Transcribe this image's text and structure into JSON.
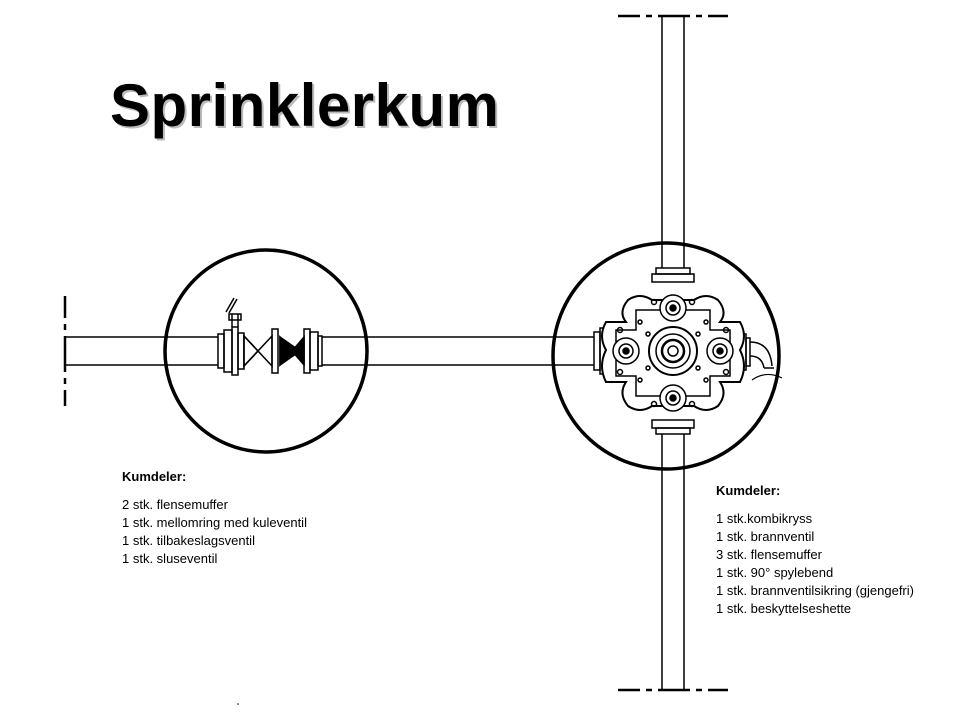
{
  "title": "Sprinklerkum",
  "left_chamber": {
    "heading": "Kumdeler:",
    "items": [
      "2 stk. flensemuffer",
      "1 stk. mellomring med kuleventil",
      "1 stk. tilbakeslagsventil",
      "1 stk. sluseventil"
    ]
  },
  "right_chamber": {
    "heading": "Kumdeler:",
    "items": [
      "1 stk.kombikryss",
      "1 stk. brannventil",
      "3 stk. flensemuffer",
      "1 stk. 90° spylebend",
      "1 stk. brannventilsikring (gjengefri)",
      "1 stk. beskyttelseshette"
    ]
  },
  "colors": {
    "line": "#000000",
    "background": "#ffffff"
  }
}
